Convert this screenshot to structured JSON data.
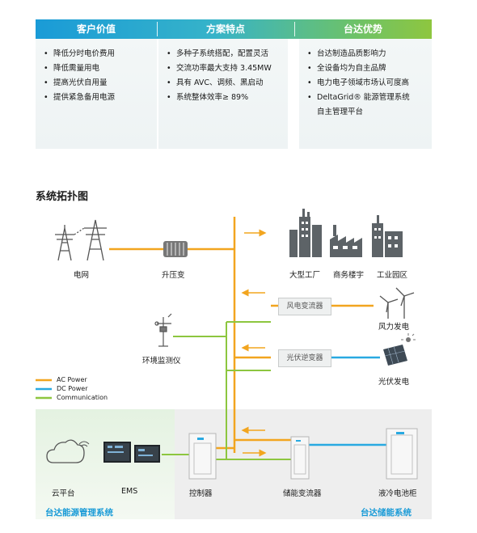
{
  "header": {
    "col1": "客户价值",
    "col2": "方案特点",
    "col3": "台达优势"
  },
  "col1_items": [
    "降低分时电价费用",
    "降低需量用电",
    "提高光伏自用量",
    "提供紧急备用电源"
  ],
  "col2_items": [
    "多种子系统搭配，配置灵活",
    "交流功率最大支持 3.45MW",
    "具有 AVC、调频、黑启动",
    "系统整体效率≥ 89%"
  ],
  "col3_items": [
    "台达制造品质影响力",
    "全设备均为自主品牌",
    "电力电子领域市场认可度高",
    "DeltaGrid® 能源管理系统",
    "自主管理平台"
  ],
  "topology_title": "系统拓扑图",
  "nodes": {
    "grid": "电网",
    "transformer": "升压变",
    "factory": "大型工厂",
    "commercial": "商务楼宇",
    "industrial_park": "工业园区",
    "wind_converter": "风电变流器",
    "wind_power": "风力发电",
    "env_monitor": "环境监测仪",
    "pv_inverter": "光伏逆变器",
    "pv_power": "光伏发电",
    "cloud": "云平台",
    "ems": "EMS",
    "controller": "控制器",
    "pcs": "储能变流器",
    "battery": "液冷电池柜"
  },
  "legend": {
    "ac": "AC Power",
    "dc": "DC Power",
    "comm": "Communication"
  },
  "groups": {
    "ems_system": "台达能源管理系统",
    "storage_system": "台达储能系统"
  },
  "colors": {
    "ac": "#f2a51f",
    "dc": "#29a9e1",
    "comm": "#8dc63f",
    "accent": "#1a9bd7"
  }
}
